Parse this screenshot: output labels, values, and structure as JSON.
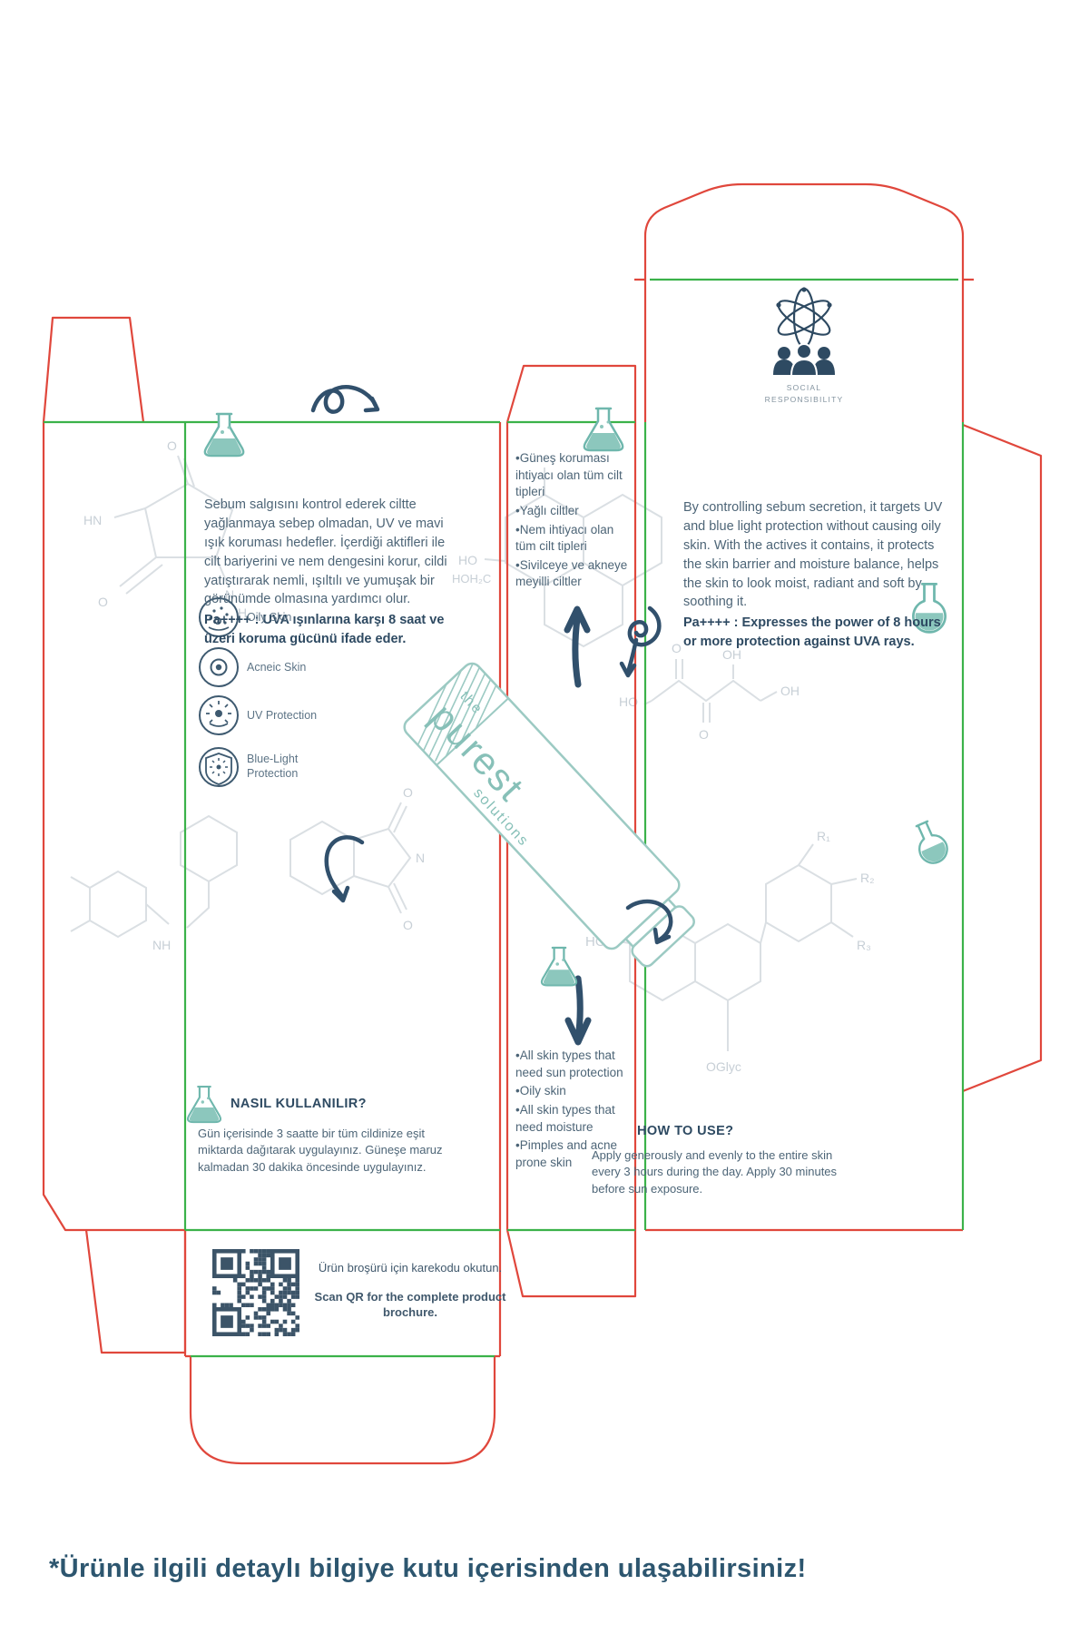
{
  "colors": {
    "cut_line": "#e0473c",
    "fold_line": "#3bb24a",
    "ink": "#2e4a62",
    "body_text": "#4d6577",
    "accent_teal": "#7fbcb2",
    "ghost_structure": "#d9dee3",
    "footer_text": "#2d566f"
  },
  "top_flap": {
    "social_line1": "SOCIAL",
    "social_line2": "RESPONSIBILITY"
  },
  "front_panel": {
    "description_tr": "Sebum salgısını kontrol ederek ciltte yağlanmaya sebep olmadan, UV ve mavi ışık koruması hedefler. İçerdiği aktifleri ile cilt bariyerini ve nem dengesini korur, cildi yatıştırarak nemli, ışıltılı ve yumuşak bir görünümde olmasına yardımcı olur.",
    "description_tr_bold": "Pa++++ : UVA ışınlarına karşı 8 saat ve üzeri koruma gücünü ifade eder.",
    "skin_types": [
      {
        "label": "Oily Skin"
      },
      {
        "label": "Acneic Skin"
      },
      {
        "label": "UV Protection"
      },
      {
        "label": "Blue-Light Protection"
      }
    ],
    "how_title": "NASIL KULLANILIR?",
    "how_text": "Gün içerisinde 3 saatte bir tüm cildinize eşit miktarda dağıtarak uygulayınız. Güneşe maruz kalmadan 30 dakika öncesinde uygulayınız."
  },
  "side_panel": {
    "bullets_tr": [
      "•Güneş koruması ihtiyacı olan tüm cilt tipleri",
      "•Yağlı ciltler",
      "•Nem ihtiyacı olan tüm cilt tipleri",
      "•Sivilceye ve akneye meyilli ciltler"
    ],
    "bullets_en": [
      "•All skin types that need sun protection",
      "•Oily skin",
      "•All skin types that need moisture",
      "•Pimples and acne prone skin"
    ]
  },
  "back_panel": {
    "description_en": "By controlling sebum secretion, it targets UV and blue light protection without causing oily skin. With the actives it contains, it protects the skin barrier and moisture balance, helps the skin to look moist, radiant and soft by soothing it.",
    "description_en_bold": "Pa++++ : Expresses the power of 8 hours or more protection against UVA rays.",
    "how_title": "HOW TO USE?",
    "how_text": "Apply generously and evenly to the entire skin every 3 hours during the day. Apply 30 minutes before sun exposure."
  },
  "brand": {
    "line1": "the",
    "line2": "purest",
    "line3": "solutions"
  },
  "qr_section": {
    "caption_tr": "Ürün broşürü için karekodu okutun.",
    "caption_en": "Scan QR for the complete product brochure."
  },
  "footer": {
    "note": "*Ürünle ilgili detaylı bilgiye kutu içerisinden ulaşabilirsiniz!"
  },
  "chem_labels": {
    "ho": "HO",
    "oh": "OH",
    "o": "O",
    "hn": "HN",
    "n": "N",
    "h": "H",
    "nh": "NH",
    "hoh2c": "HOH₂C",
    "r1": "R₁",
    "r2": "R₂",
    "r3": "R₃",
    "oglyc": "OGlyc"
  }
}
